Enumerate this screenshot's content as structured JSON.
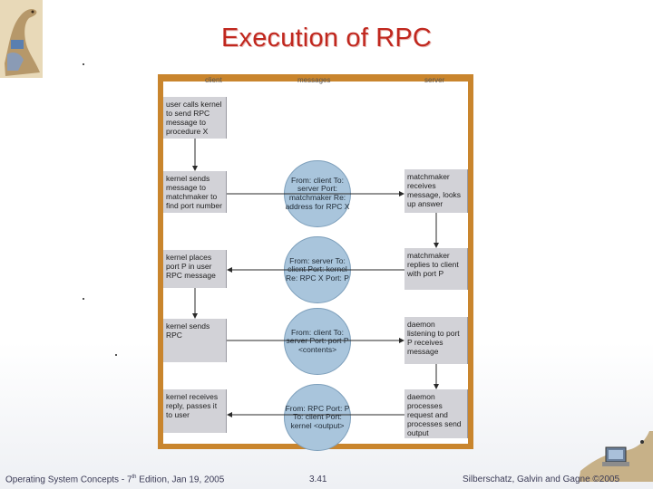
{
  "title": "Execution of RPC",
  "diagram": {
    "columns": {
      "client": "client",
      "messages": "messages",
      "server": "server"
    },
    "client_boxes": [
      "user calls kernel to send RPC message to procedure X",
      "kernel sends message to matchmaker to find port number",
      "kernel places port P in user RPC message",
      "kernel sends RPC",
      "kernel receives reply, passes it to user"
    ],
    "messages": [
      "From: client To: server Port: matchmaker Re: address for RPC X",
      "From: server To: client Port: kernel Re: RPC X Port: P",
      "From: client To: server Port: port P <contents>",
      "From: RPC Port: P To: client Port: kernel <output>"
    ],
    "server_boxes": [
      "matchmaker receives message, looks up answer",
      "matchmaker replies to client with port P",
      "daemon listening to port P receives message",
      "daemon processes request and processes send output"
    ]
  },
  "footer": {
    "left_prefix": "Operating System Concepts - 7",
    "left_sup": "th",
    "left_suffix": " Edition, Jan 19, 2005",
    "center": "3.41",
    "right": "Silberschatz, Galvin and Gagne ©2005"
  },
  "icons": {
    "top_left": "dinosaur-logo-icon",
    "bottom_right": "dinosaur-computer-icon"
  }
}
